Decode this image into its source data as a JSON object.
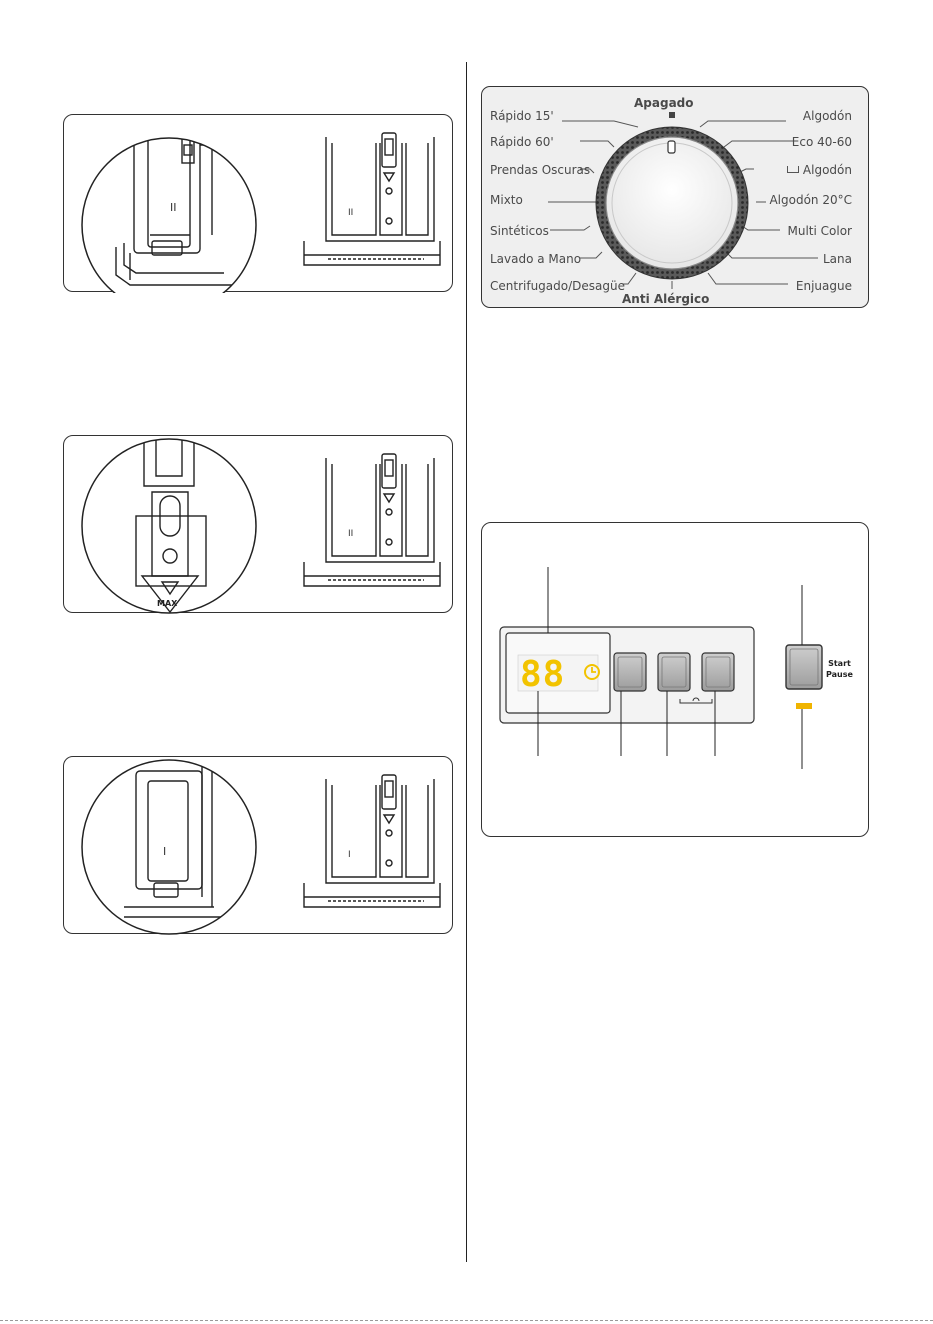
{
  "dispenser_figures": [
    {
      "id": "figure-1",
      "compartment_mark": "II"
    },
    {
      "id": "figure-2",
      "compartment_mark": "MAX"
    },
    {
      "id": "figure-3",
      "compartment_mark": "I"
    }
  ],
  "dial": {
    "top_label": "Apagado",
    "bottom_label": "Anti Alérgico",
    "left_programs": [
      "Rápido 15'",
      "Rápido 60'",
      "Prendas Oscuras",
      "Mixto",
      "Sintéticos",
      "Lavado a Mano",
      "Centrifugado/Desagüe"
    ],
    "right_programs": [
      "Algodón",
      "Eco 40-60",
      "Algodón",
      "Algodón 20°C",
      "Multi Color",
      "Lana",
      "Enjuague"
    ]
  },
  "control_panel": {
    "display_digits": "88",
    "start_pause_line1": "Start",
    "start_pause_line2": "Pause",
    "colors": {
      "display": "#f2c300",
      "led": "#f0b400",
      "panel_bg": "#f3f3f3"
    }
  }
}
